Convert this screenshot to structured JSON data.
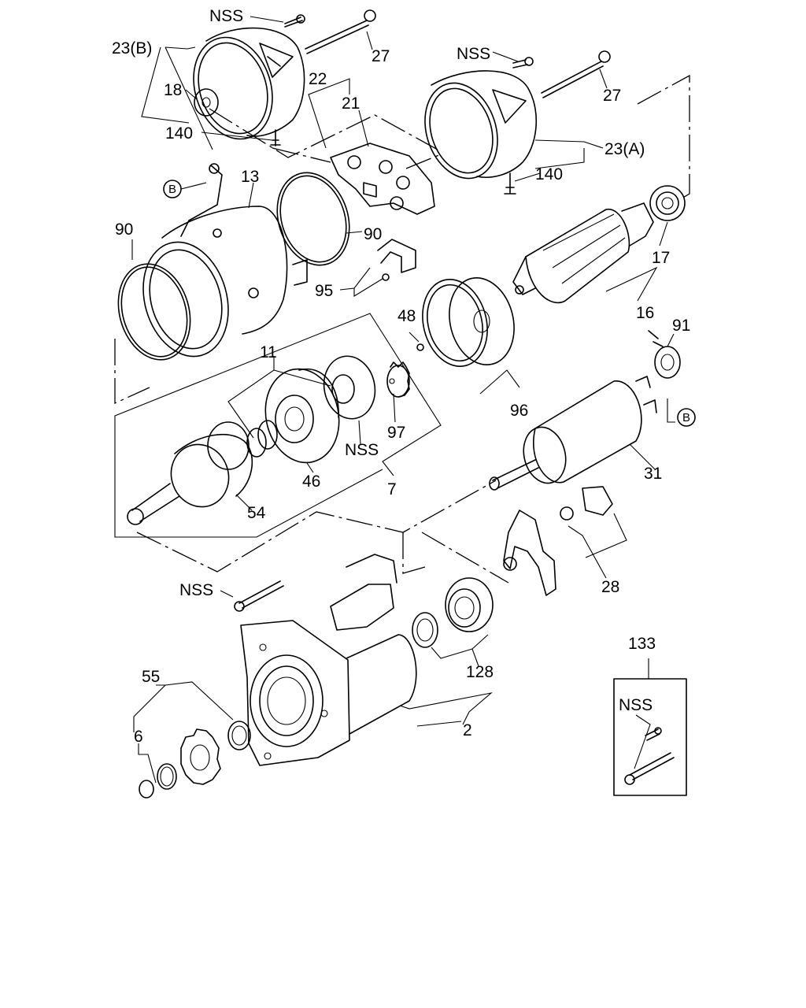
{
  "labels": {
    "nss_top": "NSS",
    "l23b": "23(B)",
    "l18": "18",
    "l140_left": "140",
    "l22": "22",
    "l21": "21",
    "l27_left": "27",
    "nss_cover_right": "NSS",
    "l27_right": "27",
    "l23a": "23(A)",
    "l140_right": "140",
    "l13": "13",
    "l90_left": "90",
    "l90_right": "90",
    "l95": "95",
    "l17": "17",
    "l16": "16",
    "l48": "48",
    "l91": "91",
    "l11": "11",
    "l96": "96",
    "l97": "97",
    "nss_mid": "NSS",
    "l46": "46",
    "l7": "7",
    "l54": "54",
    "l31": "31",
    "l28": "28",
    "nss_bolt": "NSS",
    "l128": "128",
    "l133": "133",
    "nss_box": "NSS",
    "l55": "55",
    "l6": "6",
    "l2": "2"
  },
  "markers": {
    "b_left": "B",
    "b_right": "B"
  }
}
